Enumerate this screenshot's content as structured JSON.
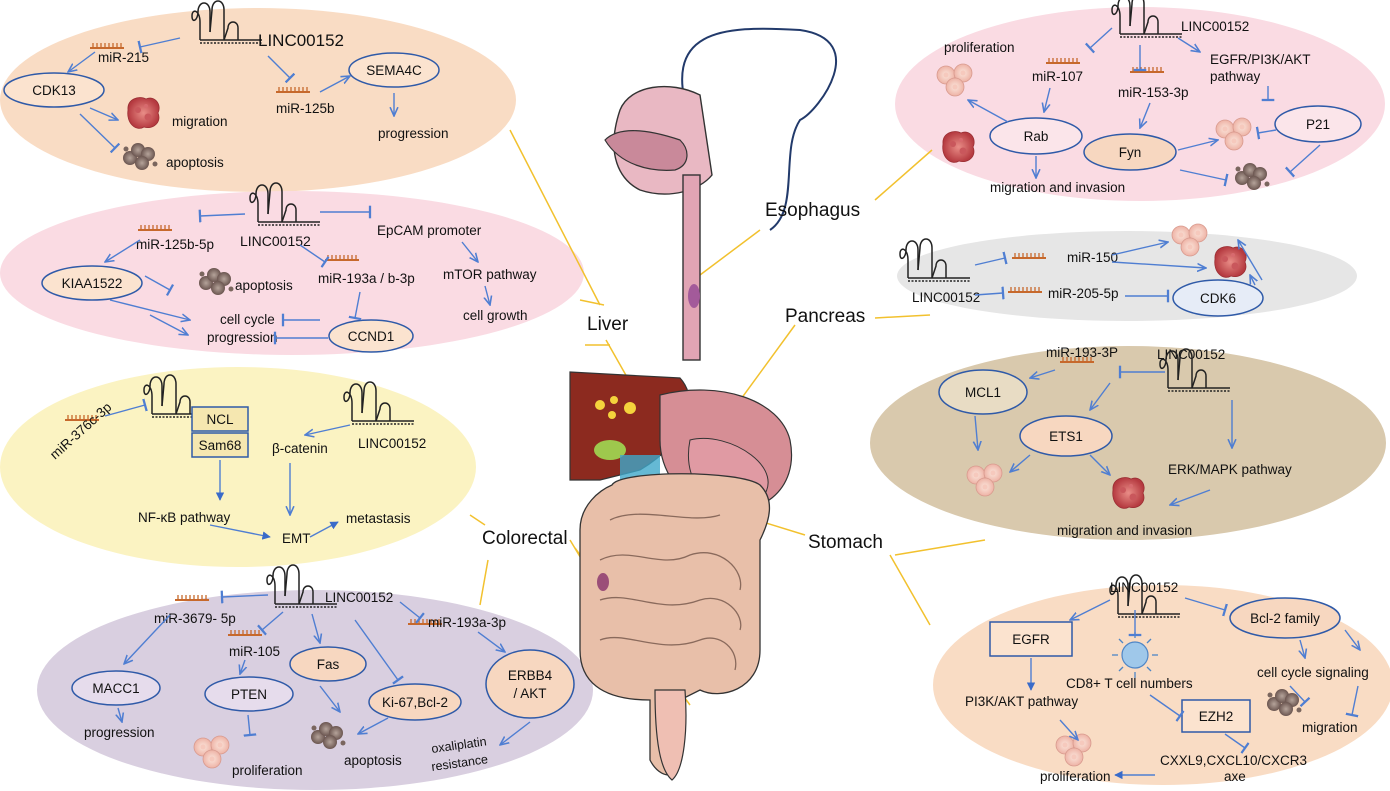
{
  "organs": {
    "liver": "Liver",
    "esophagus": "Esophagus",
    "pancreas": "Pancreas",
    "colorectal": "Colorectal",
    "stomach": "Stomach"
  },
  "liver_top": {
    "lnc": "LINC00152",
    "mir215": "miR-215",
    "mir125b": "miR-125b",
    "sema4c": "SEMA4C",
    "progression": "progression",
    "cdk13": "CDK13",
    "migration": "migration",
    "apoptosis": "apoptosis"
  },
  "liver_bottom": {
    "lnc": "LINC00152",
    "mir125b5p": "miR-125b-5p",
    "epcam": "EpCAM promoter",
    "mtor": "mTOR pathway",
    "cellgrowth": "cell growth",
    "kiaa": "KIAA1522",
    "apoptosis": "apoptosis",
    "mir193": "miR-193a / b-3p",
    "cellcycle1": "cell cycle",
    "cellcycle2": "progression",
    "ccnd1": "CCND1"
  },
  "colorectal_top": {
    "mir376": "miR-376c-3p",
    "ncl": "NCL",
    "sam68": "Sam68",
    "lnc": "LINC00152",
    "bcatenin": "β-catenin",
    "nfkb": "NF-κB pathway",
    "emt": "EMT",
    "metastasis": "metastasis"
  },
  "colorectal_bottom": {
    "lnc": "LINC00152",
    "mir3679": "miR-3679- 5p",
    "mir105": "miR-105",
    "mir193a": "miR-193a-3p",
    "macc1": "MACC1",
    "pten": "PTEN",
    "fas": "Fas",
    "ki67": "Ki-67,Bcl-2",
    "erbb4_1": "ERBB4",
    "erbb4_2": "/ AKT",
    "progression": "progression",
    "proliferation": "proliferation",
    "apoptosis": "apoptosis",
    "oxali1": "oxaliplatin",
    "oxali2": "resistance"
  },
  "esophagus_panel": {
    "lnc": "LINC00152",
    "proliferation": "proliferation",
    "mir107": "miR-107",
    "mir153": "miR-153-3p",
    "egfr1": "EGFR/PI3K/AKT",
    "egfr2": "pathway",
    "rab": "Rab",
    "fyn": "Fyn",
    "p21": "P21",
    "migration": "migration and invasion"
  },
  "pancreas_panel": {
    "lnc": "LINC00152",
    "mir150": "miR-150",
    "mir205": "miR-205-5p",
    "cdk6": "CDK6"
  },
  "stomach_top": {
    "mir193": "miR-193-3P",
    "lnc": "LINC00152",
    "mcl1": "MCL1",
    "ets1": "ETS1",
    "erk": "ERK/MAPK  pathway",
    "migration": "migration and invasion"
  },
  "stomach_bottom": {
    "lnc": "LINC00152",
    "egfr": "EGFR",
    "bcl2": "Bcl-2 family",
    "cd8": "CD8+ T cell  numbers",
    "cellcycle": "cell cycle signaling",
    "pi3k": "PI3K/AKT pathway",
    "ezh2": "EZH2",
    "migration": "migration",
    "cxcl1": "CXXL9,CXCL10/CXCR3",
    "cxcl2": "axe",
    "proliferation": "proliferation"
  },
  "colors": {
    "peach": "#f9dcc4",
    "pink": "#fadbe3",
    "yellow": "#fbf3c2",
    "purple": "#d9cfe0",
    "grey": "#e6e6e6",
    "khaki": "#d9c9ad",
    "arrow": "#4f7ed2",
    "node_border": "#2f5aa8",
    "connector": "#f2c12e"
  }
}
